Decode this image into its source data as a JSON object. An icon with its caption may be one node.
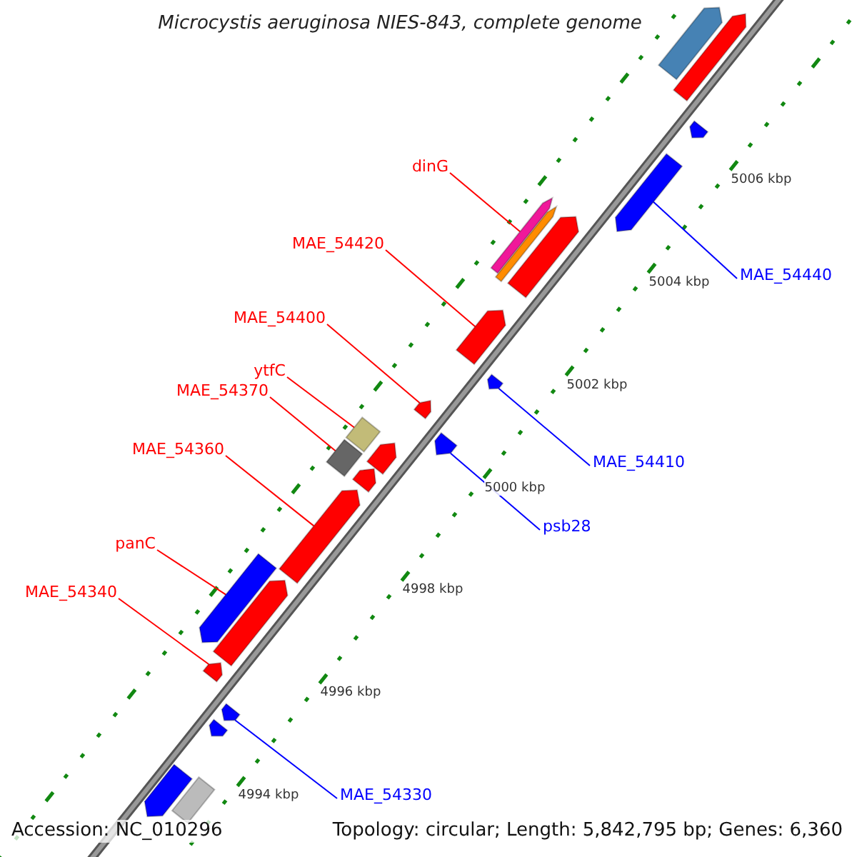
{
  "diagram": {
    "title": "Microcystis aeruginosa NIES-843, complete genome",
    "nodes": [
      {
        "text": [
          "dinG"
        ]
      },
      {
        "text": [
          "MAE_54440"
        ]
      },
      {
        "text": [
          "MAE_54420"
        ]
      },
      {
        "text": [
          "MAE_54400"
        ]
      },
      {
        "text": [
          "ytfC"
        ]
      },
      {
        "text": [
          "MAE_54370"
        ]
      },
      {
        "text": [
          "MAE_54410"
        ]
      },
      {
        "text": [
          "MAE_54360"
        ]
      },
      {
        "text": [
          "psb28"
        ]
      },
      {
        "text": [
          "panC"
        ]
      },
      {
        "text": [
          "MAE_54340"
        ]
      },
      {
        "text": [
          "MAE_54330"
        ]
      },
      {
        "text": [],
        "shape": "arrow"
      },
      {
        "text": [],
        "shape": "arrow"
      },
      {
        "text": [],
        "shape": "arrow"
      },
      {
        "text": [],
        "shape": "arrow"
      },
      {
        "text": [],
        "shape": "arrow"
      },
      {
        "text": [],
        "shape": "arrow"
      },
      {
        "text": [],
        "shape": "box"
      },
      {
        "text": [],
        "shape": "box"
      },
      {
        "text": [],
        "shape": "arrow"
      },
      {
        "text": [],
        "shape": "arrow"
      },
      {
        "text": [],
        "shape": "arrow"
      },
      {
        "text": [],
        "shape": "arrow"
      },
      {
        "text": [],
        "shape": "arrow"
      },
      {
        "text": [],
        "shape": "arrow"
      },
      {
        "text": [],
        "shape": "arrow"
      },
      {
        "text": [],
        "shape": "arrow"
      },
      {
        "text": [],
        "shape": "arrow"
      },
      {
        "text": [],
        "shape": "arrow"
      },
      {
        "text": [],
        "shape": "arrow"
      },
      {
        "text": [],
        "shape": "arrow"
      },
      {
        "text": [],
        "shape": "arrow"
      },
      {
        "text": [],
        "shape": "arrow"
      },
      {
        "text": [],
        "shape": "box"
      }
    ],
    "edges": [
      {
        "from": 0,
        "to": 13,
        "arrow": "none"
      },
      {
        "from": 1,
        "to": 12,
        "arrow": "none",
        "color": "#0000ff"
      },
      {
        "from": 2,
        "to": 14,
        "arrow": "none"
      },
      {
        "from": 3,
        "to": 16,
        "arrow": "none"
      },
      {
        "from": 4,
        "to": 18,
        "arrow": "none"
      },
      {
        "from": 5,
        "to": 19,
        "arrow": "none"
      },
      {
        "from": 6,
        "to": 15,
        "arrow": "none",
        "color": "#0000ff"
      },
      {
        "from": 7,
        "to": 20,
        "arrow": "none"
      },
      {
        "from": 8,
        "to": 17,
        "arrow": "none",
        "color": "#0000ff"
      },
      {
        "from": 9,
        "to": 21,
        "arrow": "none"
      },
      {
        "from": 10,
        "to": 22,
        "arrow": "none"
      },
      {
        "from": 11,
        "to": 23,
        "arrow": "none",
        "color": "#0000ff"
      }
    ],
    "labels": [
      "5006 kbp",
      "5004 kbp",
      "5002 kbp",
      "5000 kbp",
      "4998 kbp",
      "4996 kbp",
      "4994 kbp",
      "Accession: NC_010296",
      "Topology: circular; Length: 5,842,795 bp; Genes: 6,360"
    ]
  }
}
